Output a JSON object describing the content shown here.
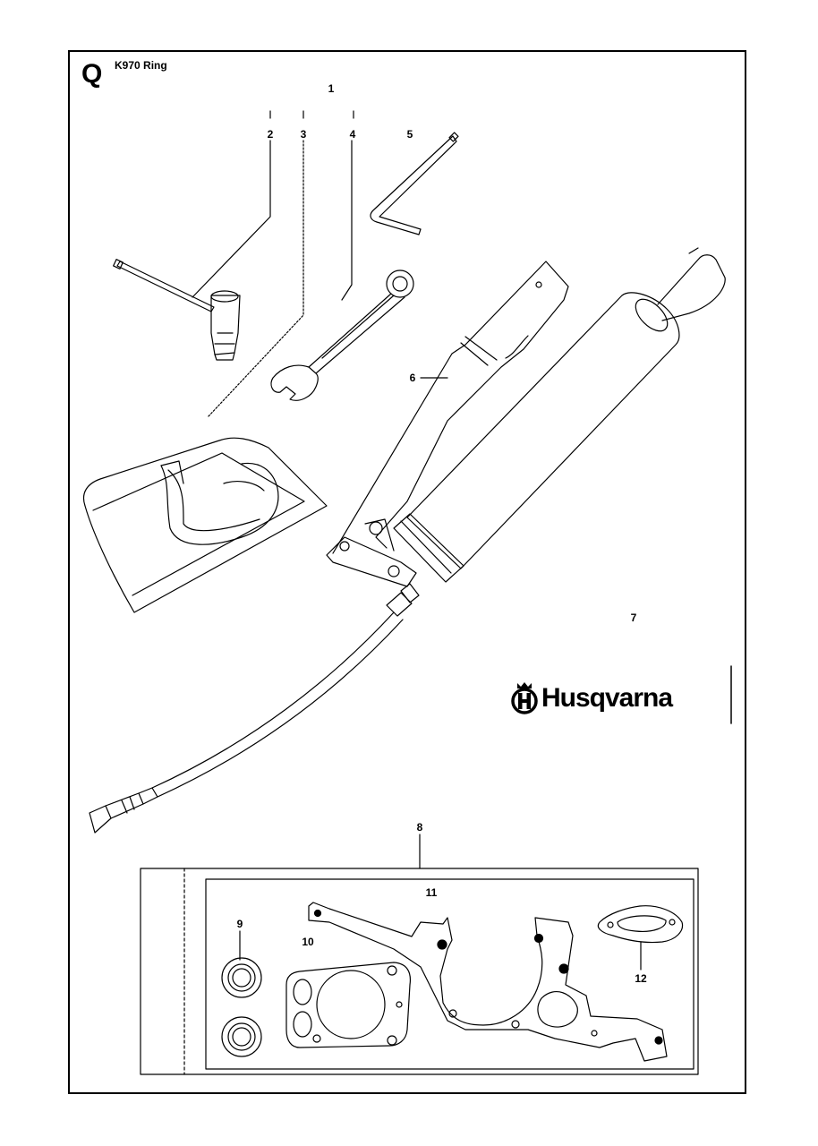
{
  "page": {
    "section_letter": "Q",
    "model_title": "K970 Ring"
  },
  "callouts": [
    {
      "id": "1",
      "label": "1"
    },
    {
      "id": "2",
      "label": "2"
    },
    {
      "id": "3",
      "label": "3"
    },
    {
      "id": "4",
      "label": "4"
    },
    {
      "id": "5",
      "label": "5"
    },
    {
      "id": "6",
      "label": "6"
    },
    {
      "id": "7",
      "label": "7"
    },
    {
      "id": "8",
      "label": "8"
    },
    {
      "id": "9",
      "label": "9"
    },
    {
      "id": "10",
      "label": "10"
    },
    {
      "id": "11",
      "label": "11"
    },
    {
      "id": "12",
      "label": "12"
    }
  ],
  "brand": {
    "name": "Husqvarna",
    "logo_icon": "husqvarna-crown-h-logo"
  },
  "colors": {
    "line": "#000000",
    "background": "#ffffff"
  }
}
